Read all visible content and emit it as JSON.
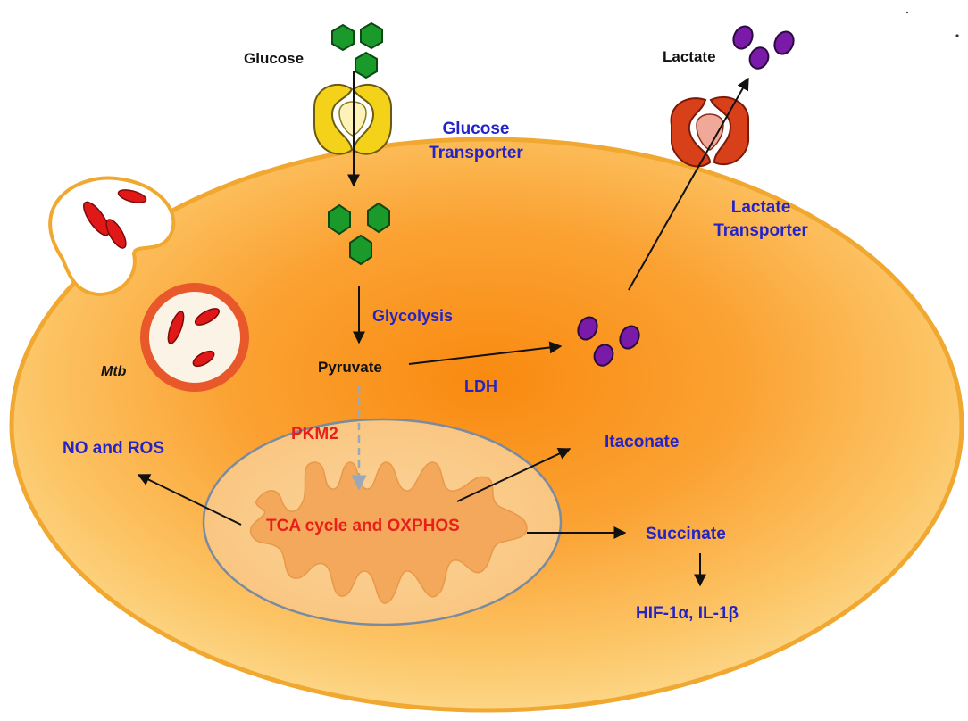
{
  "labels": {
    "glucose": "Glucose",
    "glucose_transporter": [
      "Glucose",
      "Transporter"
    ],
    "lactate": "Lactate",
    "lactate_transporter": [
      "Lactate",
      "Transporter"
    ],
    "mtb": "Mtb",
    "glycolysis": "Glycolysis",
    "pyruvate": "Pyruvate",
    "ldh": "LDH",
    "pkm2": "PKM2",
    "no_ros": "NO and ROS",
    "itaconate": "Itaconate",
    "tca": "TCA cycle and OXPHOS",
    "succinate": "Succinate",
    "hif": "HIF-1α, IL-1β"
  },
  "colors": {
    "text_black": "#111111",
    "text_blue": "#2323c8",
    "text_red": "#e8201a",
    "cell_fill": "#f7a21b",
    "cell_edge": "#f0a830",
    "glucose_green": "#1a9a2a",
    "lactate_purple": "#7a1aa8",
    "mtb_red": "#e01818",
    "transporter_yellow": "#f5d21a",
    "transporter_red": "#d8401a"
  },
  "icons": [
    "glucose-hexagon",
    "lactate-ellipse",
    "mtb-bacillus",
    "glucose-transporter-icon",
    "lactate-transporter-icon",
    "mitochondrion-icon",
    "phagosome-icon"
  ]
}
